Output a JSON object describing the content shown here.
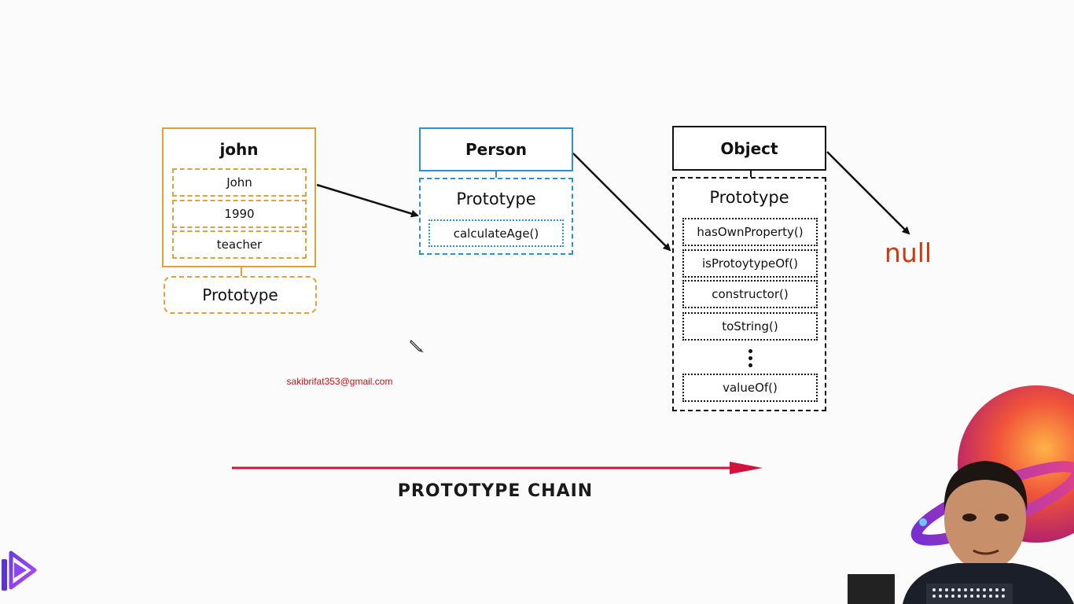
{
  "diagram": {
    "john": {
      "title": "john",
      "fields": [
        "John",
        "1990",
        "teacher"
      ],
      "prototype_label": "Prototype",
      "color": "#dba33a"
    },
    "person": {
      "title": "Person",
      "prototype_label": "Prototype",
      "methods": [
        "calculateAge()"
      ],
      "color": "#2d8fd6"
    },
    "object": {
      "title": "Object",
      "prototype_label": "Prototype",
      "methods": [
        "hasOwnProperty()",
        "isProtoytypeOf()",
        "constructor()",
        "toString()"
      ],
      "last_method": "valueOf()",
      "color": "#111111"
    },
    "null_label": "null",
    "null_color": "#d03a12",
    "chain_label": "PROTOTYPE CHAIN",
    "chain_color": "#d4123e"
  },
  "watermark_email": "sakibrifat353@gmail.com"
}
